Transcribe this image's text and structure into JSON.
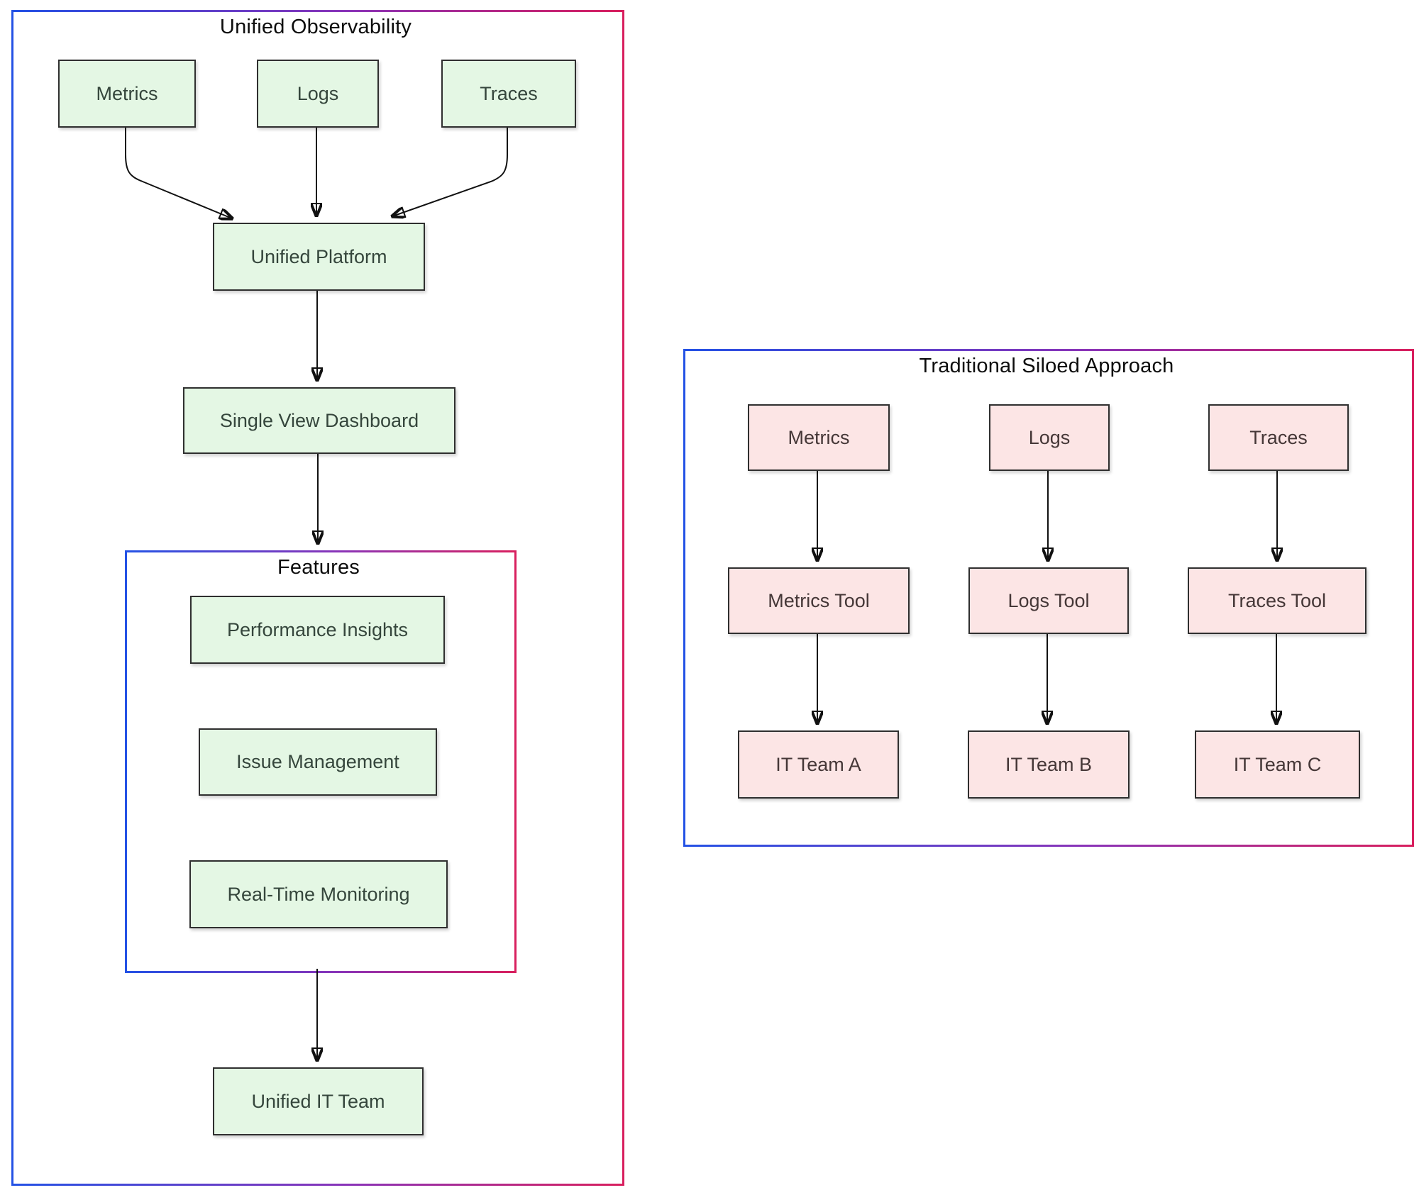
{
  "diagram": {
    "kind": "flowchart-comparison"
  },
  "colors": {
    "node_green_fill": "#e4f7e4",
    "node_pink_fill": "#fce5e5",
    "node_border": "#2f2f2f",
    "edge_color": "#111111",
    "cluster_gradient_start_blue": "#2452e5",
    "cluster_gradient_end_red": "#d81f5e",
    "green_text": "#35463c",
    "pink_text": "#453737",
    "title_text": "#0d0d0d",
    "background": "#ffffff"
  },
  "left_panel": {
    "title": "Unified Observability",
    "nodes": {
      "metrics": "Metrics",
      "logs": "Logs",
      "traces": "Traces",
      "unified_platform": "Unified Platform",
      "single_view_dashboard": "Single View Dashboard",
      "unified_it_team": "Unified IT Team"
    },
    "features": {
      "title": "Features",
      "nodes": {
        "performance_insights": "Performance Insights",
        "issue_management": "Issue Management",
        "real_time_monitoring": "Real-Time Monitoring"
      }
    },
    "edges": [
      "Metrics -> Unified Platform",
      "Logs -> Unified Platform",
      "Traces -> Unified Platform",
      "Unified Platform -> Single View Dashboard",
      "Single View Dashboard -> Features",
      "Features -> Unified IT Team"
    ]
  },
  "right_panel": {
    "title": "Traditional Siloed Approach",
    "nodes": {
      "metrics": "Metrics",
      "logs": "Logs",
      "traces": "Traces",
      "metrics_tool": "Metrics Tool",
      "logs_tool": "Logs Tool",
      "traces_tool": "Traces Tool",
      "it_team_a": "IT Team A",
      "it_team_b": "IT Team B",
      "it_team_c": "IT Team C"
    },
    "edges": [
      "Metrics -> Metrics Tool",
      "Logs -> Logs Tool",
      "Traces -> Traces Tool",
      "Metrics Tool -> IT Team A",
      "Logs Tool -> IT Team B",
      "Traces Tool -> IT Team C"
    ]
  }
}
